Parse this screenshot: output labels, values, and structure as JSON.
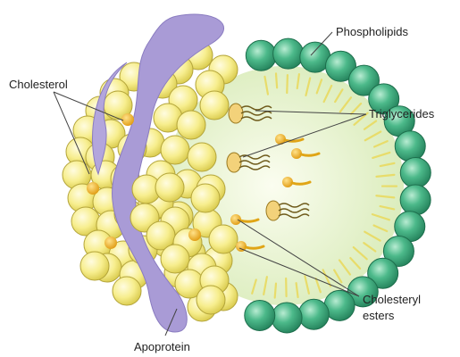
{
  "diagram": {
    "labels": {
      "phospholipids": "Phospholipids",
      "cholesterol": "Cholesterol",
      "triglycerides": "Triglycerides",
      "cholesteryl_line1": "Cholesteryl",
      "cholesteryl_line2": "esters",
      "apoprotein": "Apoprotein"
    },
    "colors": {
      "phospholipid_head": "#3aa57a",
      "yellow_sphere": "#f5ec8a",
      "apoprotein": "#a99bd6",
      "core": "#eef6d4",
      "tail": "#e8dc6a",
      "cholesterol_dot": "#f0b41e"
    }
  }
}
